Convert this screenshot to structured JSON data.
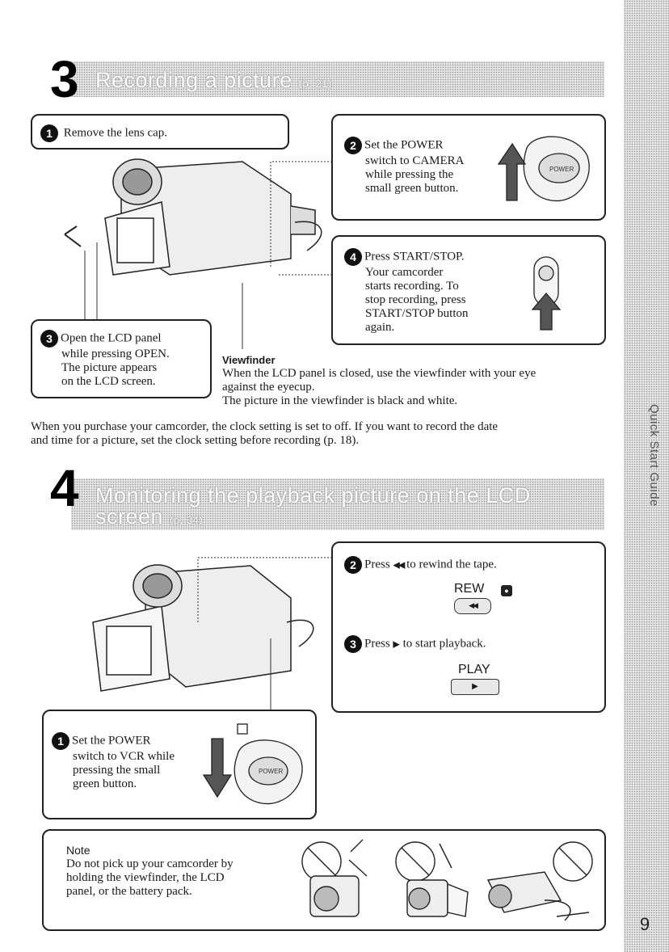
{
  "side_tab": "Quick Start Guide",
  "page_number": "9",
  "section3": {
    "number": "3",
    "title": "Recording a picture",
    "page_ref": "(p. 21)",
    "step1": {
      "num": "1",
      "text": "Remove the lens cap."
    },
    "step2": {
      "num": "2",
      "line1": "Set the POWER",
      "line2": "switch to CAMERA",
      "line3": "while pressing the",
      "line4": "small green button."
    },
    "step3": {
      "num": "3",
      "line1": "Open the LCD panel",
      "line2": "while pressing OPEN.",
      "line3": "The picture appears",
      "line4": "on the LCD screen."
    },
    "step4": {
      "num": "4",
      "line1": "Press START/STOP.",
      "line2": "Your camcorder",
      "line3": "starts recording. To",
      "line4": "stop recording, press",
      "line5": "START/STOP button",
      "line6": "again."
    },
    "viewfinder": {
      "heading": "Viewfinder",
      "line1": "When the LCD panel is closed, use the viewfinder with your eye",
      "line2": "against the eyecup.",
      "line3": "The picture in the viewfinder is black and white."
    },
    "note_line1": "When you purchase your camcorder, the clock setting is set to off. If you want to record the date",
    "note_line2": "and time for a picture, set the clock setting before recording (p. 18).",
    "power_label": "POWER"
  },
  "section4": {
    "number": "4",
    "title_line1": "Monitoring the playback picture on the LCD",
    "title_line2": "screen",
    "page_ref": "(p. 34)",
    "step2": {
      "num": "2",
      "text_before": "Press",
      "icon": "rewind-icon",
      "text_after": "to rewind the tape.",
      "button_label": "REW"
    },
    "step3": {
      "num": "3",
      "text_before": "Press",
      "icon": "play-icon",
      "text_after": "to start playback.",
      "button_label": "PLAY"
    },
    "step1": {
      "num": "1",
      "line1": "Set the POWER",
      "line2": "switch to VCR while",
      "line3": "pressing the small",
      "line4": "green button."
    },
    "power_label": "POWER"
  },
  "note": {
    "heading": "Note",
    "line1": "Do not pick up your camcorder by",
    "line2": "holding the viewfinder, the LCD",
    "line3": "panel, or the battery pack."
  }
}
